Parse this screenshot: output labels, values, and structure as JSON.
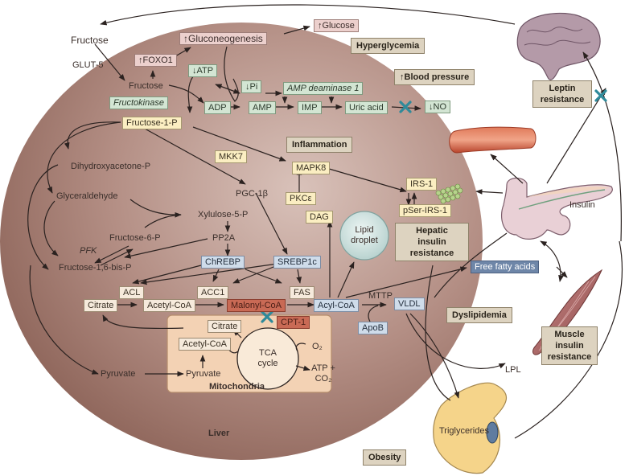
{
  "diagram": {
    "organs": {
      "liver": "Liver",
      "mitochondria": "Mitochondria",
      "lipid_droplet": "Lipid droplet",
      "tca_cycle": "TCA cycle",
      "insulin": "Insulin",
      "triglycerides": "Triglycerides"
    },
    "outside": {
      "fructose": "Fructose",
      "glut5": "GLUT-5",
      "glucose": "↑Glucose",
      "hyperglycemia": "Hyperglycemia",
      "blood_pressure": "↑Blood pressure",
      "no": "↓NO",
      "leptin_resistance": "Leptin resistance",
      "free_fatty_acids": "Free fatty acids",
      "dyslipidemia": "Dyslipidemia",
      "muscle_insulin_resistance": "Muscle insulin resistance",
      "lpl": "LPL",
      "obesity": "Obesity"
    },
    "liver_nodes": {
      "gluconeogenesis": "↑Gluconeogenesis",
      "foxo1": "↑FOXO1",
      "fructose": "Fructose",
      "atp": "↓ATP",
      "pi": "↓Pi",
      "amp_deaminase": "AMP deaminase 1",
      "fructokinase": "Fructokinase",
      "adp": "ADP",
      "amp": "AMP",
      "imp": "IMP",
      "uric_acid": "Uric acid",
      "fructose_1p": "Fructose-1-P",
      "inflammation": "Inflammation",
      "mkk7": "MKK7",
      "mapk8": "MAPK8",
      "dihydroxyacetone_p": "Dihydroxyacetone-P",
      "pgc1b": "PGC-1β",
      "glyceraldehyde": "Glyceraldehyde",
      "xylulose_5p": "Xylulose-5-P",
      "pkce": "PKCε",
      "dag": "DAG",
      "irs1": "IRS-1",
      "pser_irs1": "pSer-IRS-1",
      "hepatic_insulin_resistance": "Hepatic insulin resistance",
      "fructose_6p": "Fructose-6-P",
      "pp2a": "PP2A",
      "pfk": "PFK",
      "fructose_16bp": "Fructose-1,6-bis-P",
      "chrebp": "ChREBP",
      "srebp1c": "SREBP1c",
      "acl": "ACL",
      "acc1": "ACC1",
      "fas": "FAS",
      "citrate": "Citrate",
      "acetyl_coa": "Acetyl-CoA",
      "malonyl_coa": "Malonyl-CoA",
      "acyl_coa": "Acyl-CoA",
      "mttp": "MTTP",
      "vldl": "VLDL",
      "cpt1": "CPT-1",
      "apob": "ApoB",
      "mito_citrate": "Citrate",
      "mito_acetyl_coa": "Acetyl-CoA",
      "o2": "O₂",
      "atp_co2": "ATP + CO₂",
      "pyruvate": "Pyruvate",
      "mito_pyruvate": "Pyruvate"
    },
    "colors": {
      "liver_fill": "#9c7066",
      "liver_light": "#c8aaa0",
      "mito_fill": "#f3d2b4",
      "arrow": "#2b2220",
      "block_x": "#2f8a9a"
    }
  }
}
